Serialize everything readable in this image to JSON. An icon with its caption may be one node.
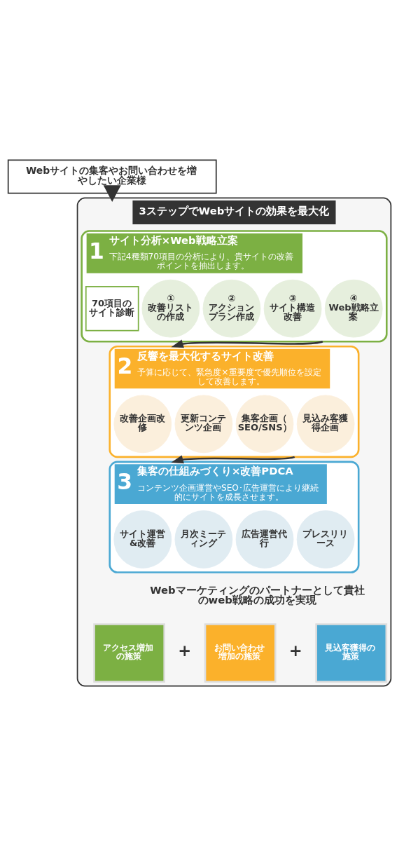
{
  "diagram": {
    "nodes": [
      {
        "text": [
          "Webサイトの集客やお問い合わせを増やしたい企業様"
        ]
      },
      {
        "text": [
          "3ステップでWebサイトの効果を最大化"
        ]
      },
      {
        "text": [
          "1",
          "サイト分析×Web戦略立案",
          "下記4種類70項目の分析により、貴サイトの改善ポイントを抽出します。"
        ],
        "in": 1
      },
      {
        "text": [
          "70項目のサイト診断"
        ],
        "in": 2
      },
      {
        "text": [
          "①",
          "改善リストの作成"
        ],
        "in": 2
      },
      {
        "text": [
          "②",
          "アクションプラン作成"
        ],
        "in": 2
      },
      {
        "text": [
          "③",
          "サイト構造改善"
        ],
        "in": 2
      },
      {
        "text": [
          "④",
          "Web戦略立案"
        ],
        "in": 2
      },
      {
        "text": [
          "2",
          "反響を最大化するサイト改善",
          "予算に応じて、緊急度×重要度で優先順位を設定して改善します。"
        ],
        "in": 1
      },
      {
        "text": [
          "改善企画改修"
        ],
        "in": 8
      },
      {
        "text": [
          "更新コンテンツ企画"
        ],
        "in": 8
      },
      {
        "text": [
          "集客企画（SEO/SNS）"
        ],
        "in": 8
      },
      {
        "text": [
          "見込み客獲得企画"
        ],
        "in": 8
      },
      {
        "text": [
          "3",
          "集客の仕組みづくり×改善PDCA",
          "コンテンツ企画運営やSEO･広告運営により継続的にサイトを成長させます。"
        ],
        "in": 1
      },
      {
        "text": [
          "サイト運営&改善"
        ],
        "in": 13
      },
      {
        "text": [
          "月次ミーティング"
        ],
        "in": 13
      },
      {
        "text": [
          "広告運営代行"
        ],
        "in": 13
      },
      {
        "text": [
          "プレスリリース"
        ],
        "in": 13
      },
      {
        "text": [
          "アクセス増加の施策"
        ],
        "in": 1
      },
      {
        "text": [
          "お問い合わせ増加の施策"
        ],
        "in": 1
      },
      {
        "text": [
          "見込客獲得の施策"
        ],
        "in": 1
      }
    ],
    "edges": [
      {
        "from": 0,
        "to": 1,
        "arrow": "to",
        "style": "thick"
      },
      {
        "from": 2,
        "to": 8,
        "arrow": "to"
      },
      {
        "from": 8,
        "to": 13,
        "arrow": "to"
      }
    ],
    "labels": [
      "Webマーケティングのパートナーとして貴社のweb戦略の成功を実現",
      "+",
      "+"
    ]
  }
}
